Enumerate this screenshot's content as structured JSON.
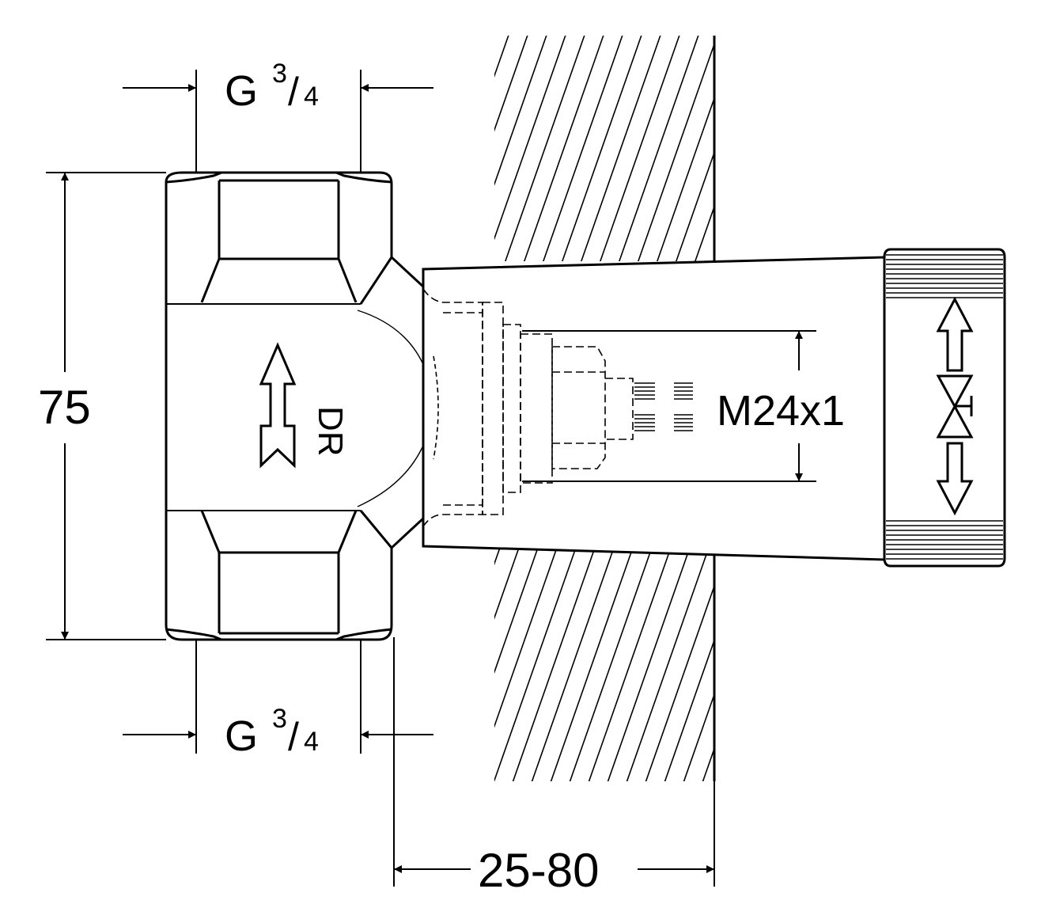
{
  "labels": {
    "thread_top": {
      "base": "G",
      "num": "3",
      "den": "4"
    },
    "thread_bottom": {
      "base": "G",
      "num": "3",
      "den": "4"
    },
    "height_dim": "75",
    "depth_dim": "25-80",
    "spindle_thread": "M24x1",
    "body_mark": "DR"
  },
  "icons": [
    "flow-direction-arrow-icon",
    "double-arrow-icon",
    "valve-symbol-icon",
    "wall-hatch"
  ],
  "colors": {
    "line": "#000000",
    "background": "#ffffff"
  }
}
